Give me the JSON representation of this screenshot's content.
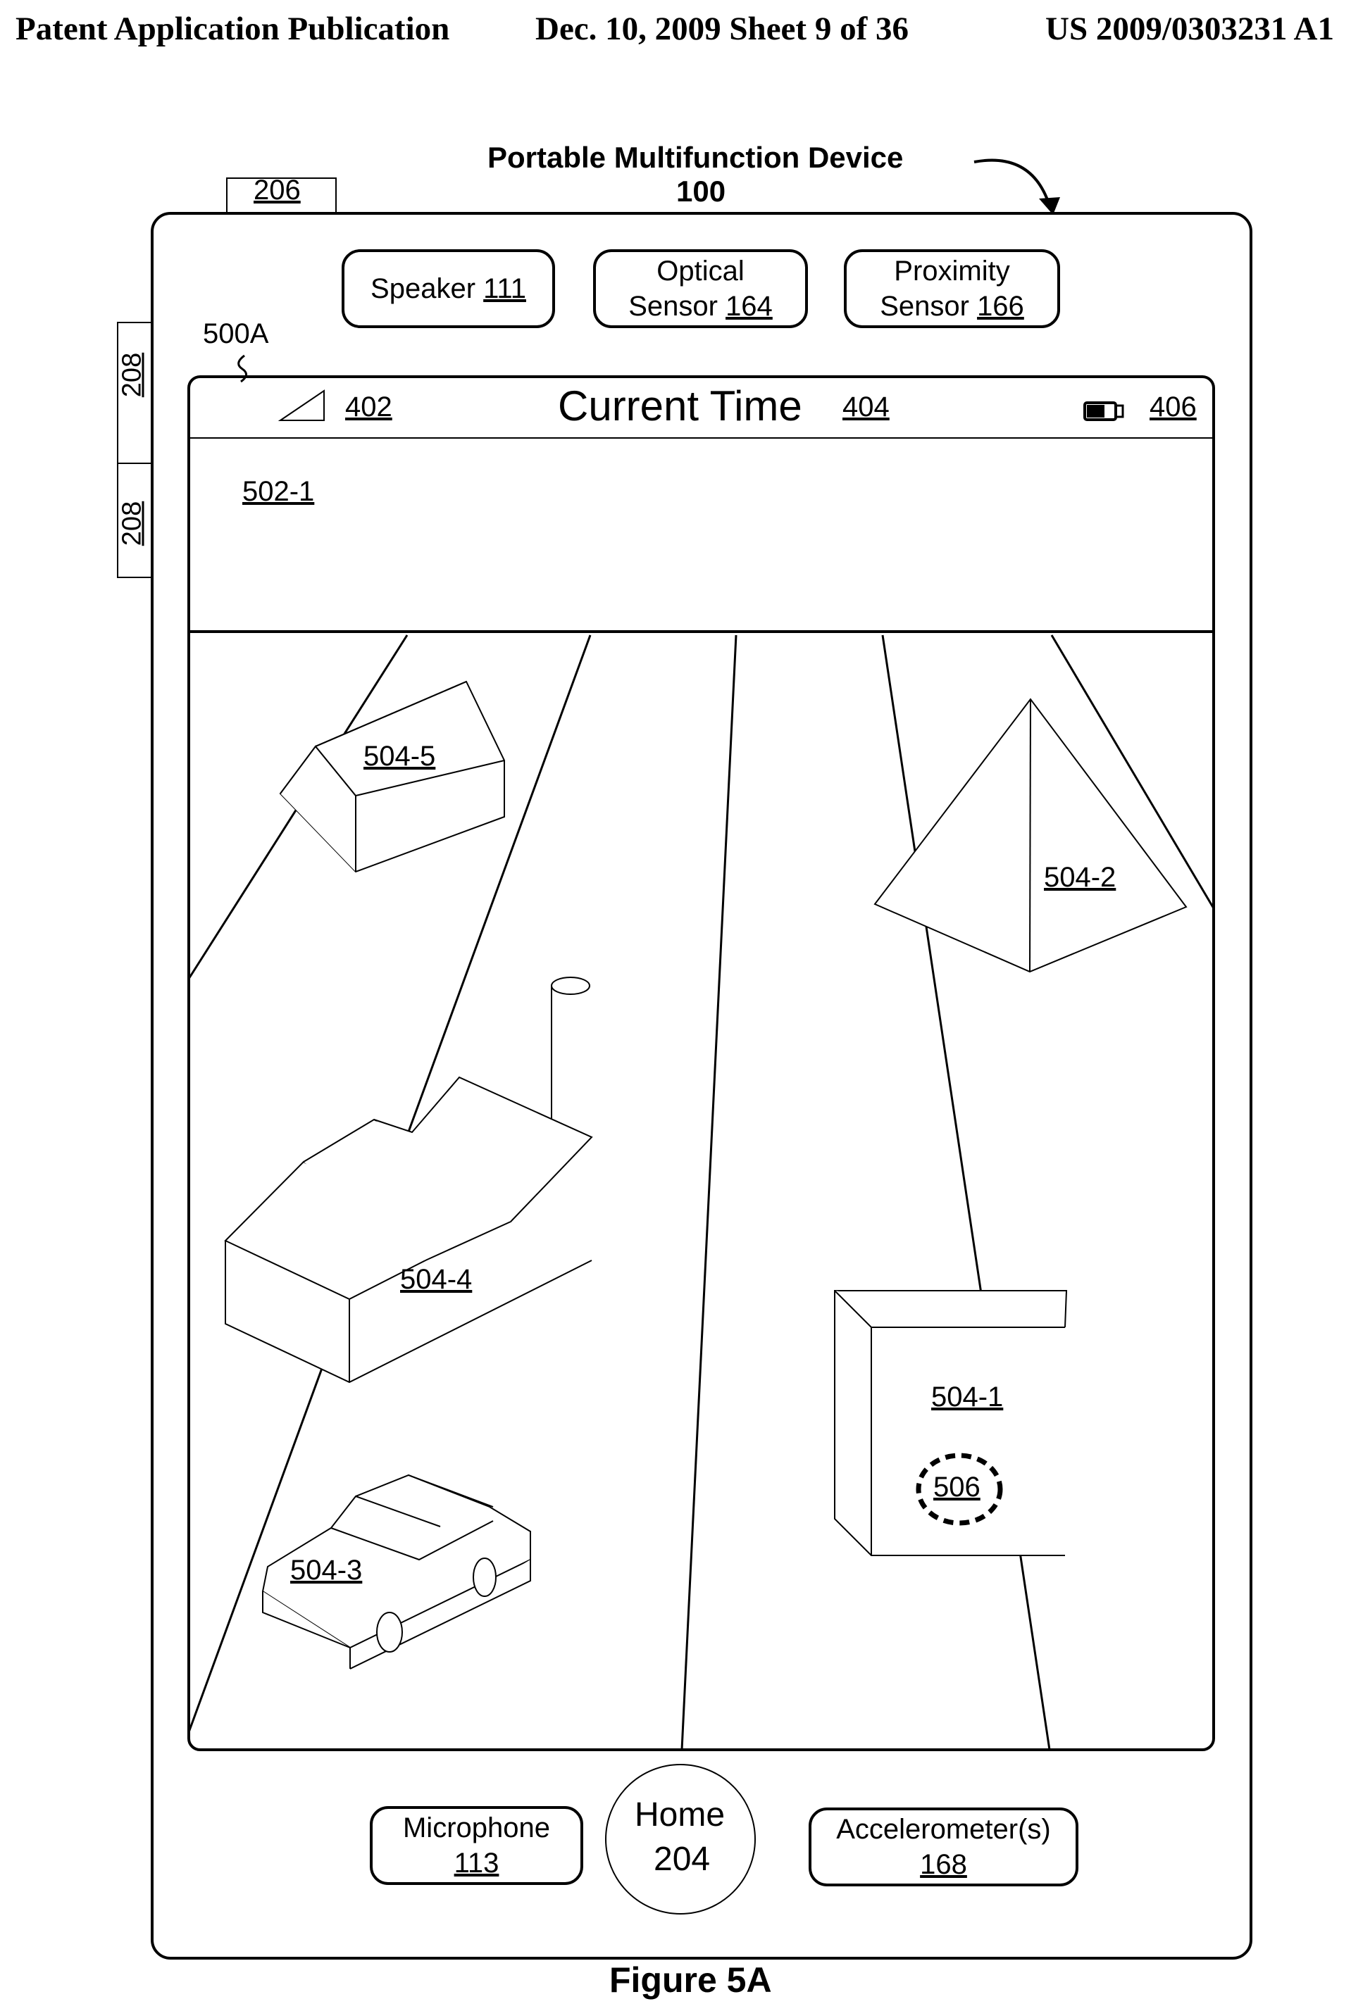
{
  "header": {
    "left": "Patent Application Publication",
    "middle": "Dec. 10, 2009   Sheet 9 of 36",
    "right": "US 2009/0303231 A1"
  },
  "device": {
    "title": "Portable Multifunction Device",
    "number": "100",
    "tab_206": "206",
    "side_button_1": "208",
    "side_button_2": "208",
    "screen_ref": "500A"
  },
  "top_components": {
    "speaker": {
      "label": "Speaker",
      "ref": "111"
    },
    "optical_sensor": {
      "line1": "Optical",
      "line2": "Sensor",
      "ref": "164"
    },
    "proximity_sensor": {
      "line1": "Proximity",
      "line2": "Sensor",
      "ref": "166"
    }
  },
  "status_bar": {
    "signal_ref": "402",
    "time_label": "Current Time",
    "time_ref": "404",
    "battery_ref": "406"
  },
  "screen": {
    "area_ref": "502-1",
    "objects": {
      "house": "504-5",
      "pyramid": "504-2",
      "building": "504-4",
      "box": "504-1",
      "touch": "506",
      "car": "504-3"
    }
  },
  "bottom_components": {
    "microphone": {
      "label": "Microphone",
      "ref": "113"
    },
    "home": {
      "label": "Home",
      "ref": "204"
    },
    "accelerometer": {
      "label": "Accelerometer(s)",
      "ref": "168"
    }
  },
  "caption": "Figure 5A"
}
